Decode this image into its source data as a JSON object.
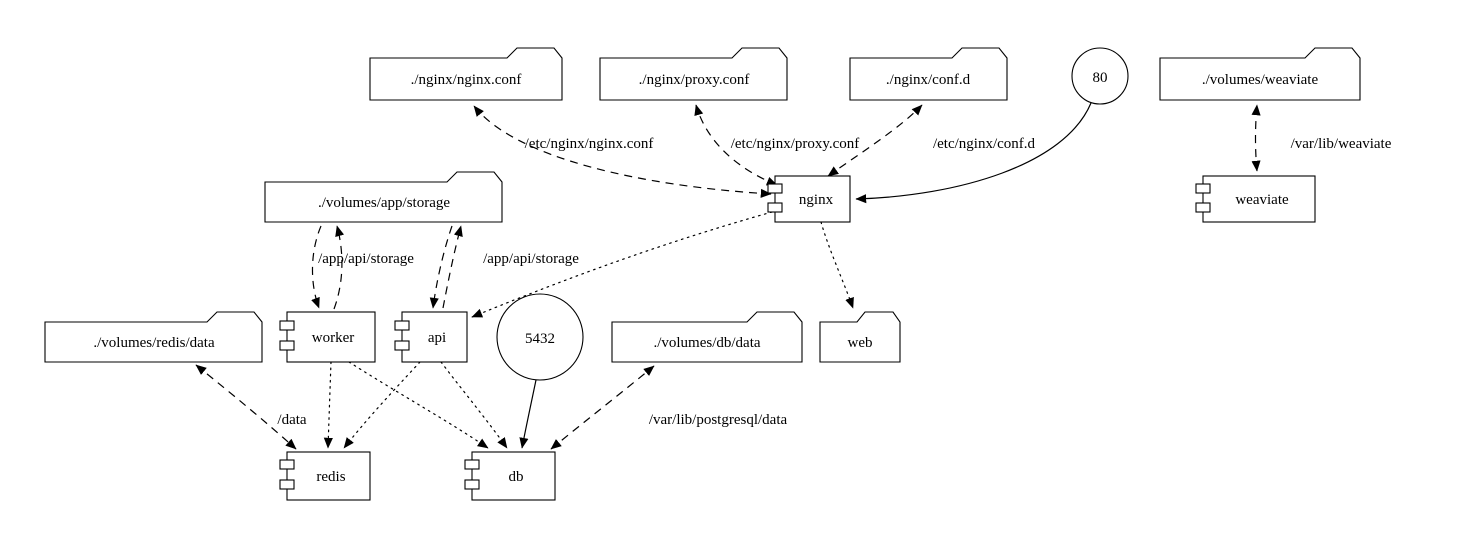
{
  "colors": {
    "background": "#ffffff",
    "stroke": "#000000",
    "text": "#000000"
  },
  "diagram": {
    "type": "compose-dependency-graph",
    "nodes": [
      {
        "id": "nginx_conf",
        "shape": "folder",
        "label": "./nginx/nginx.conf"
      },
      {
        "id": "proxy_conf",
        "shape": "folder",
        "label": "./nginx/proxy.conf"
      },
      {
        "id": "conf_d",
        "shape": "folder",
        "label": "./nginx/conf.d"
      },
      {
        "id": "port_80",
        "shape": "circle",
        "label": "80"
      },
      {
        "id": "volumes_weaviate",
        "shape": "folder",
        "label": "./volumes/weaviate"
      },
      {
        "id": "volumes_app_storage",
        "shape": "folder",
        "label": "./volumes/app/storage"
      },
      {
        "id": "nginx",
        "shape": "component",
        "label": "nginx"
      },
      {
        "id": "weaviate",
        "shape": "component",
        "label": "weaviate"
      },
      {
        "id": "volumes_redis_data",
        "shape": "folder",
        "label": "./volumes/redis/data"
      },
      {
        "id": "worker",
        "shape": "component",
        "label": "worker"
      },
      {
        "id": "api",
        "shape": "component",
        "label": "api"
      },
      {
        "id": "port_5432",
        "shape": "circle",
        "label": "5432"
      },
      {
        "id": "volumes_db_data",
        "shape": "folder",
        "label": "./volumes/db/data"
      },
      {
        "id": "web",
        "shape": "folder",
        "label": "web"
      },
      {
        "id": "redis",
        "shape": "component",
        "label": "redis"
      },
      {
        "id": "db",
        "shape": "component",
        "label": "db"
      }
    ],
    "edges": [
      {
        "from": "nginx",
        "to": "nginx_conf",
        "style": "dashed",
        "dir": "both",
        "label": "/etc/nginx/nginx.conf"
      },
      {
        "from": "nginx",
        "to": "proxy_conf",
        "style": "dashed",
        "dir": "both",
        "label": "/etc/nginx/proxy.conf"
      },
      {
        "from": "nginx",
        "to": "conf_d",
        "style": "dashed",
        "dir": "both",
        "label": "/etc/nginx/conf.d"
      },
      {
        "from": "port_80",
        "to": "nginx",
        "style": "solid",
        "dir": "forward",
        "label": ""
      },
      {
        "from": "weaviate",
        "to": "volumes_weaviate",
        "style": "dashed",
        "dir": "both",
        "label": "/var/lib/weaviate"
      },
      {
        "from": "worker",
        "to": "volumes_app_storage",
        "style": "dashed",
        "dir": "both",
        "label": "/app/api/storage"
      },
      {
        "from": "api",
        "to": "volumes_app_storage",
        "style": "dashed",
        "dir": "both",
        "label": "/app/api/storage"
      },
      {
        "from": "nginx",
        "to": "api",
        "style": "dotted",
        "dir": "forward",
        "label": ""
      },
      {
        "from": "nginx",
        "to": "web",
        "style": "dotted",
        "dir": "forward",
        "label": ""
      },
      {
        "from": "worker",
        "to": "redis",
        "style": "dotted",
        "dir": "forward",
        "label": ""
      },
      {
        "from": "worker",
        "to": "db",
        "style": "dotted",
        "dir": "forward",
        "label": ""
      },
      {
        "from": "api",
        "to": "redis",
        "style": "dotted",
        "dir": "forward",
        "label": ""
      },
      {
        "from": "api",
        "to": "db",
        "style": "dotted",
        "dir": "forward",
        "label": ""
      },
      {
        "from": "redis",
        "to": "volumes_redis_data",
        "style": "dashed",
        "dir": "both",
        "label": "/data"
      },
      {
        "from": "db",
        "to": "volumes_db_data",
        "style": "dashed",
        "dir": "both",
        "label": "/var/lib/postgresql/data"
      },
      {
        "from": "port_5432",
        "to": "db",
        "style": "solid",
        "dir": "forward",
        "label": ""
      }
    ]
  }
}
